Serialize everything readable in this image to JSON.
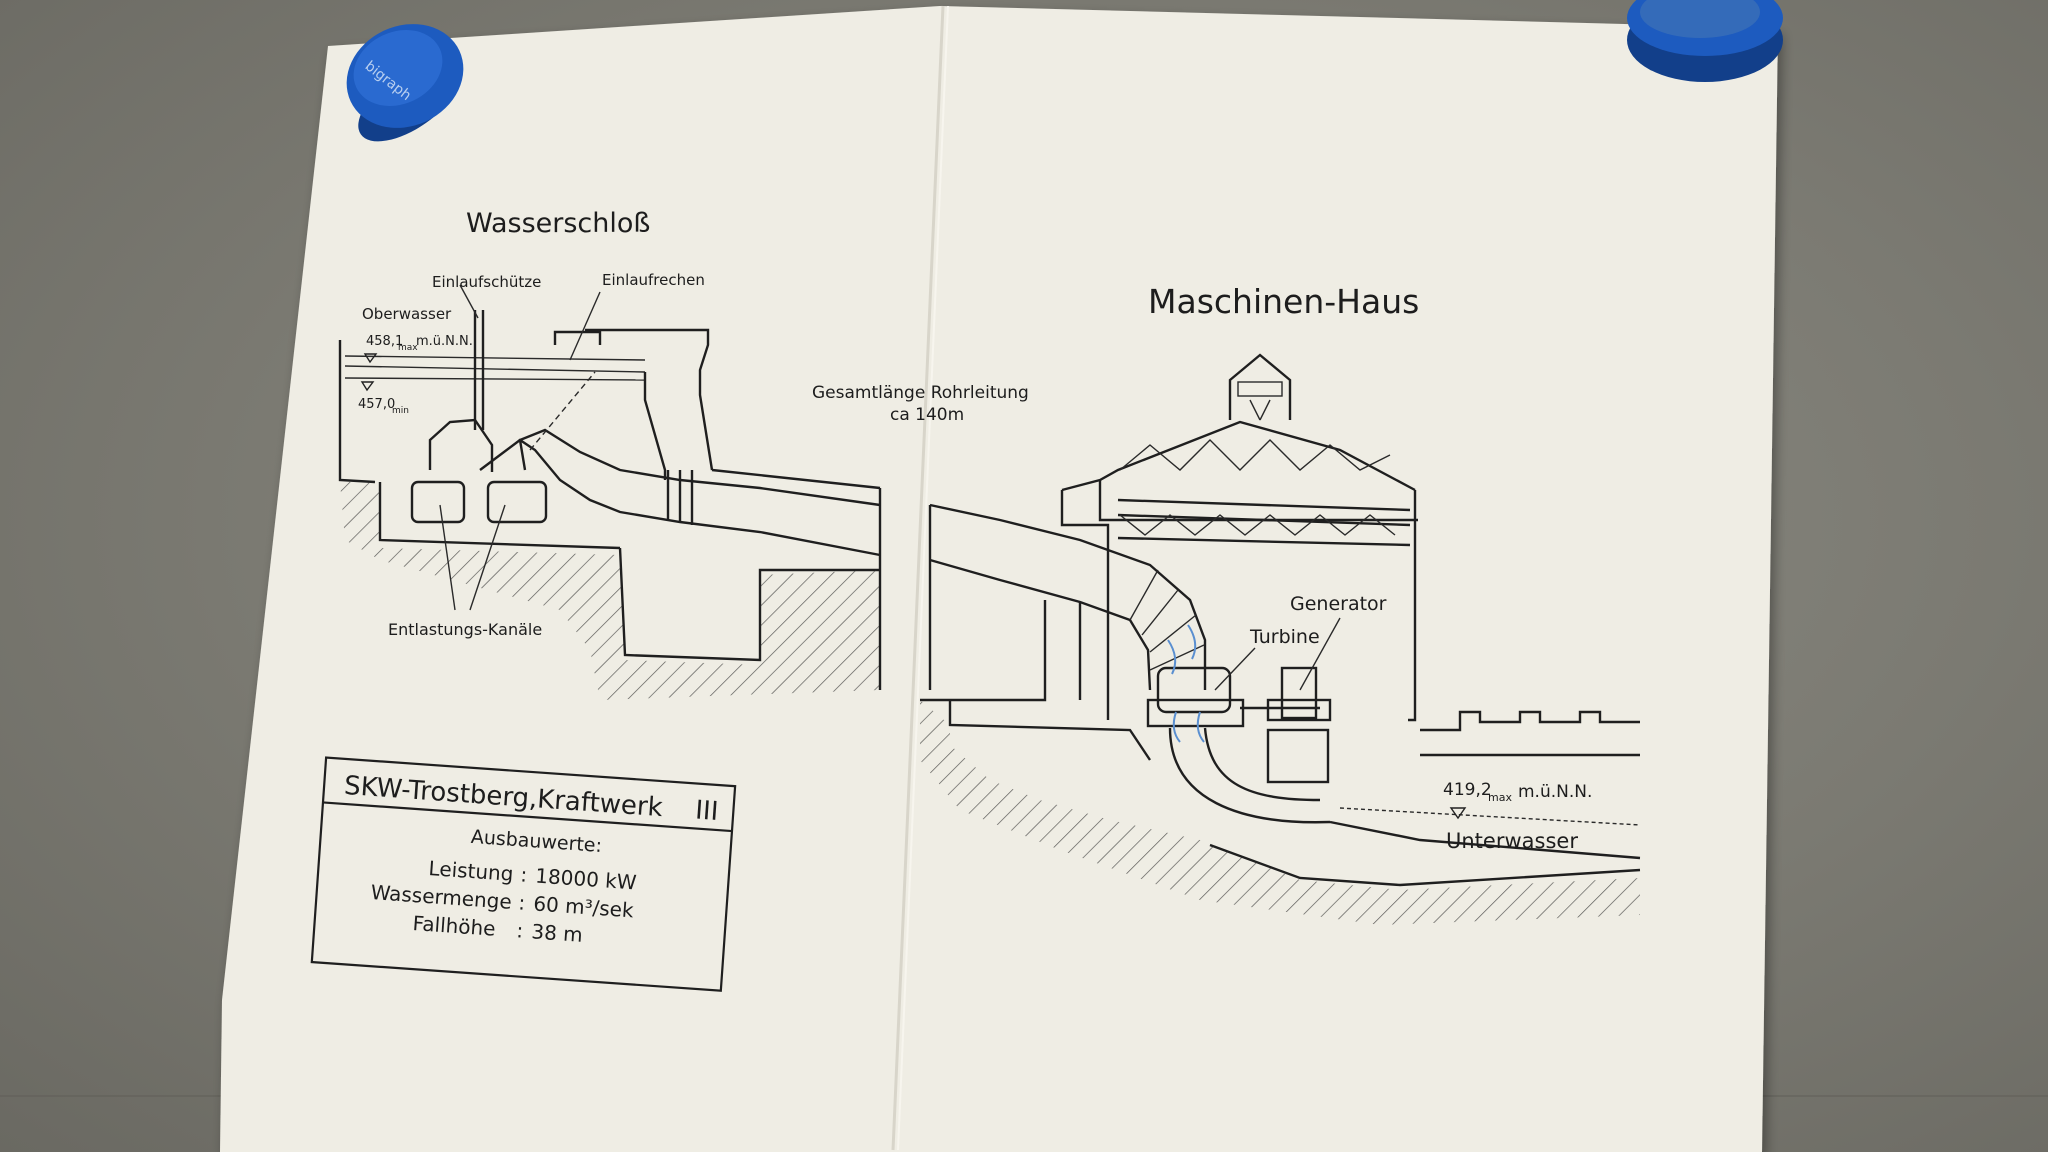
{
  "diagram": {
    "left_section": {
      "title": "Wasserschloß",
      "labels": {
        "einlaufschuetze": "Einlaufschütze",
        "einlaufrechen": "Einlaufrechen",
        "oberwasser": "Oberwasser",
        "level_max_value": "458,1",
        "level_max_sub": "max",
        "level_max_unit": "m.ü.N.N.",
        "level_min_value": "457,0",
        "level_min_sub": "min",
        "entlastungs": "Entlastungs-Kanäle"
      }
    },
    "pipeline": {
      "line1": "Gesamtlänge Rohrleitung",
      "line2": "ca 140m"
    },
    "right_section": {
      "title": "Maschinen-Haus",
      "labels": {
        "generator": "Generator",
        "turbine": "Turbine",
        "level_value": "419,2",
        "level_sub": "max",
        "level_unit": "m.ü.N.N.",
        "unterwasser": "Unterwasser"
      }
    },
    "info_box": {
      "title": "SKW-Trostberg,Kraftwerk",
      "numeral": "III",
      "subtitle": "Ausbauwerte:",
      "rows": [
        {
          "label": "Leistung",
          "value": "18000 kW"
        },
        {
          "label": "Wassermenge",
          "value": "60 m³/sek"
        },
        {
          "label": "Fallhöhe",
          "value": "38 m"
        }
      ]
    },
    "magnet_text": "bigraph"
  },
  "colors": {
    "paper": "#efede4",
    "ink": "#1f1f1f",
    "magnet": "#1d5bbf",
    "flow_arrows": "#5a8fd0"
  }
}
